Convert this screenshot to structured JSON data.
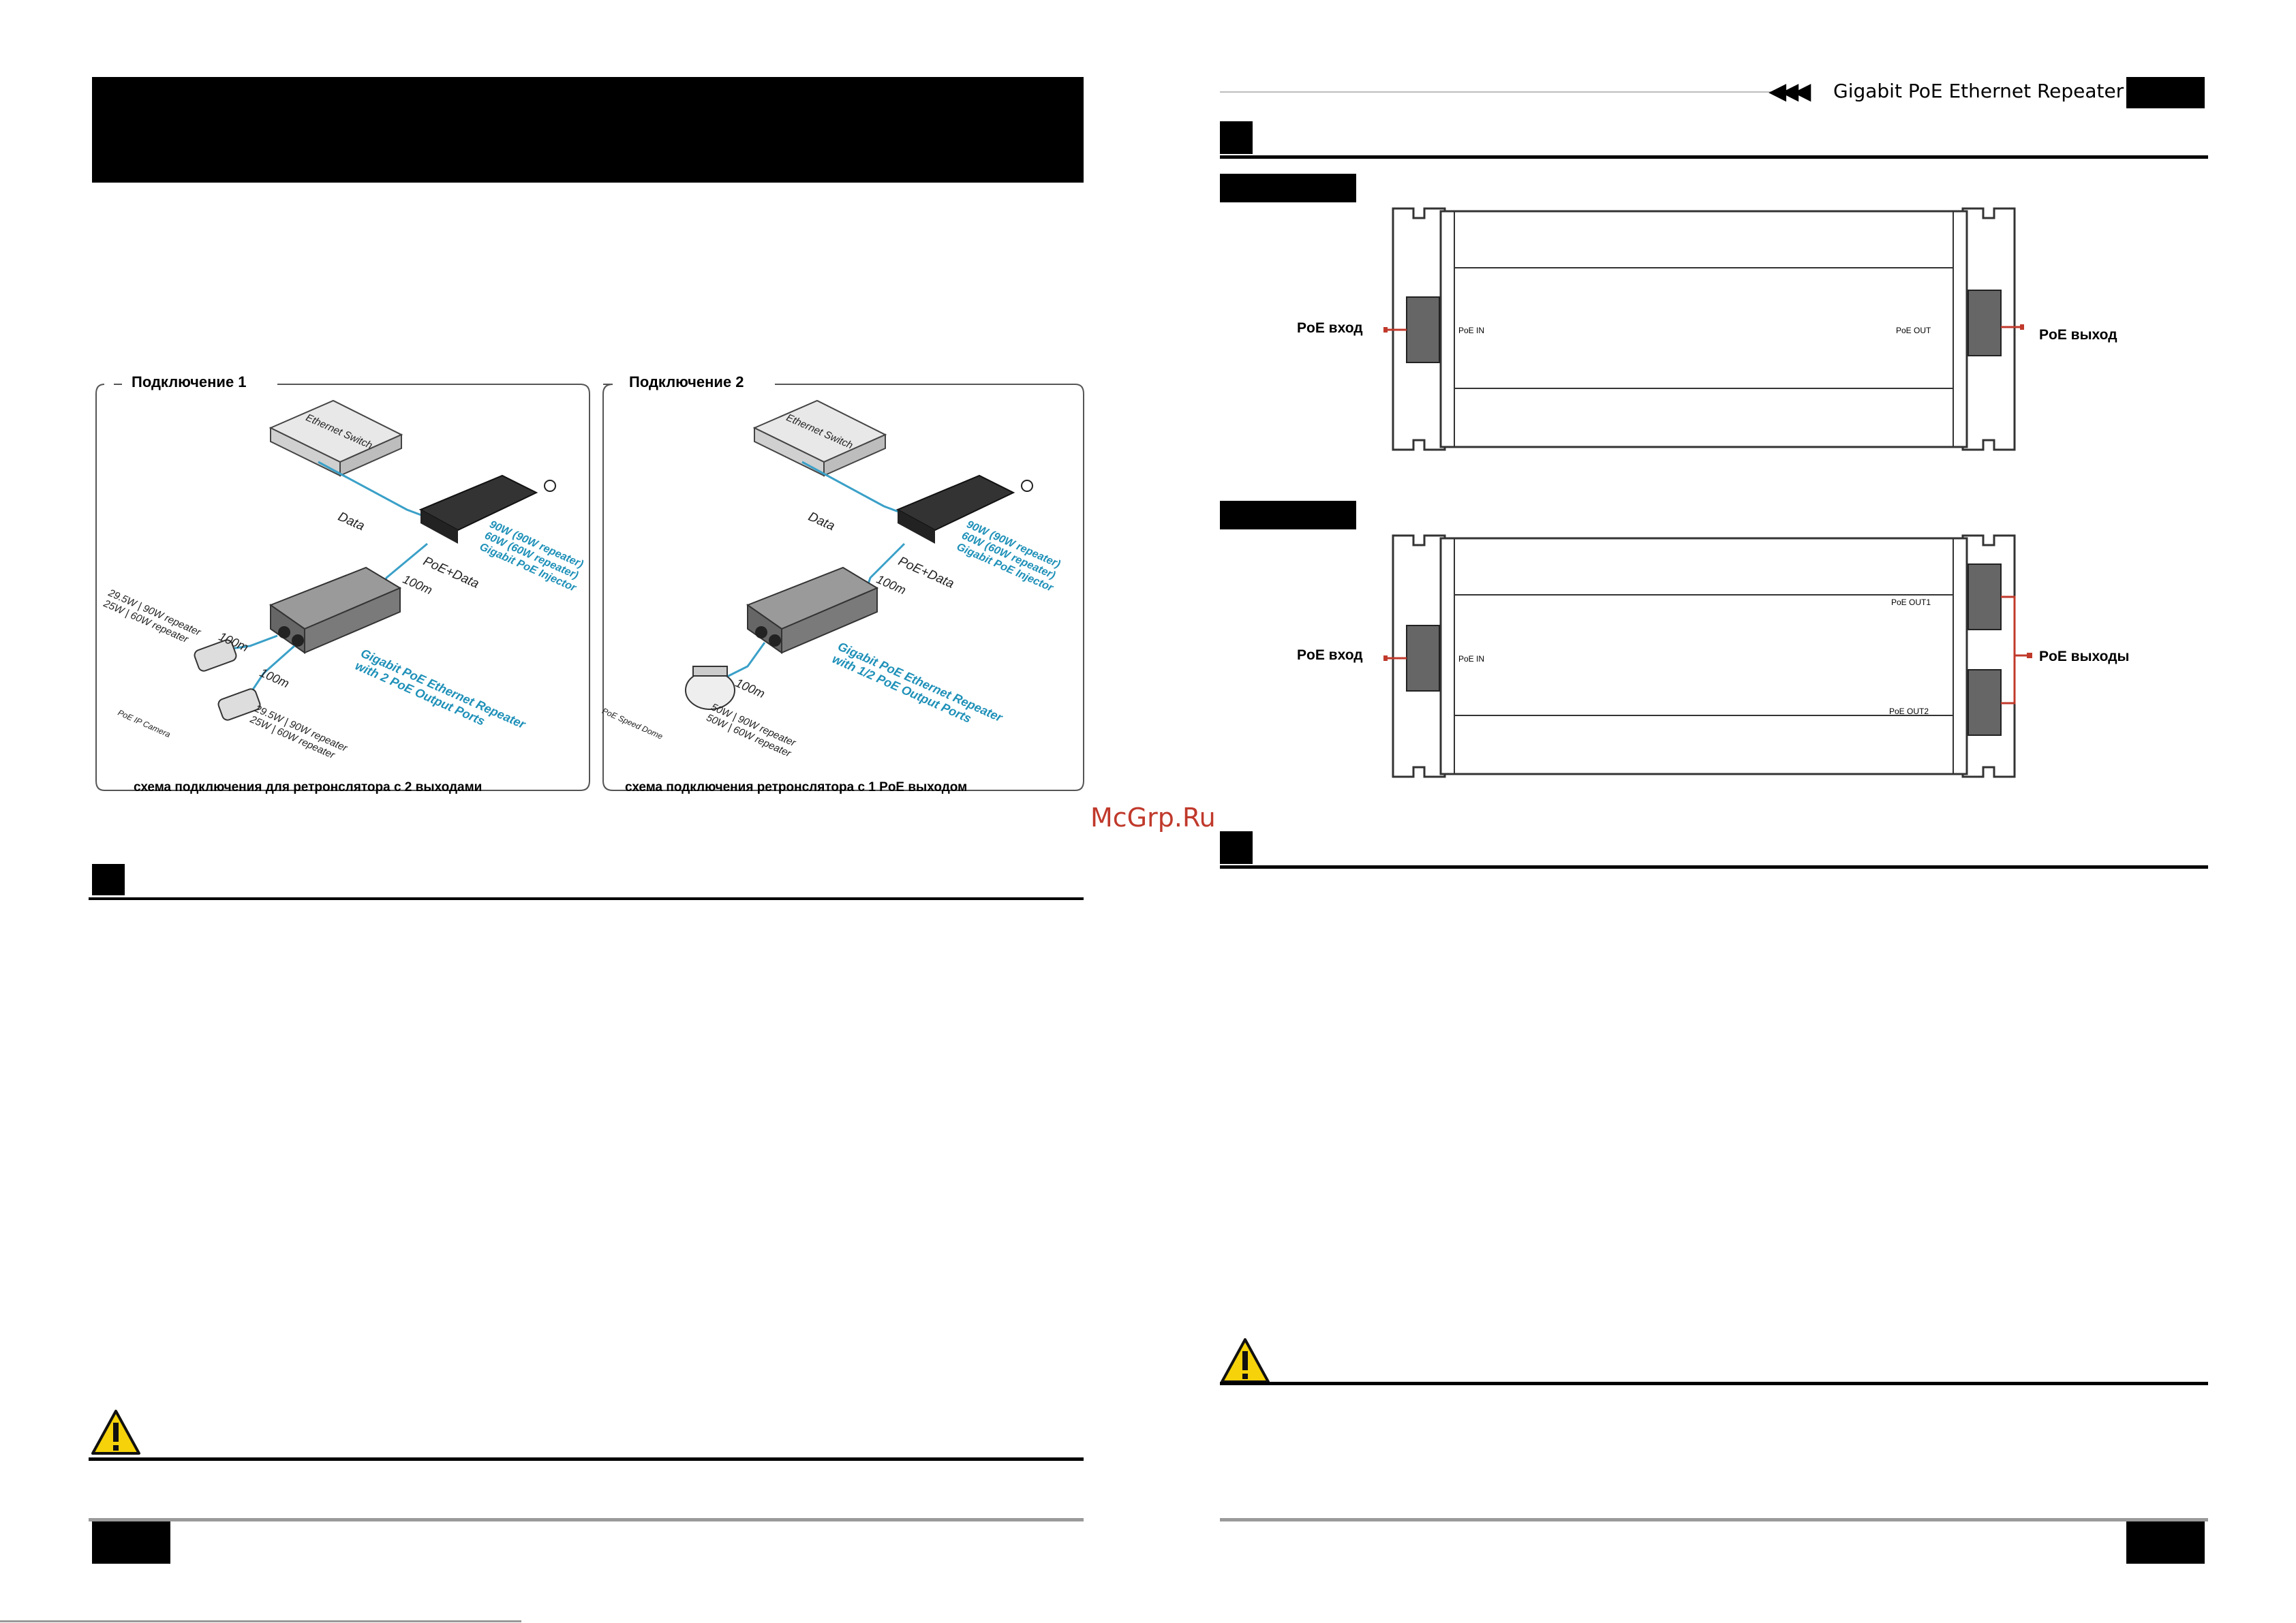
{
  "header": {
    "title": "Gigabit PoE Ethernet Repeater",
    "arrows": "◀◀◀"
  },
  "diagram": {
    "panel1": {
      "title": "Подключение 1",
      "caption": "схема подключения для ретронслятора с 2 выходами",
      "switch_label": "Ethernet Switch",
      "data_label": "Data",
      "poe_data_label": "PoE+Data",
      "dist_100m": "100m",
      "injector_label": [
        "90W (90W repeater)",
        "60W (60W repeater)",
        "Gigabit PoE Injector"
      ],
      "repeater_label": [
        "Gigabit PoE Ethernet Repeater",
        "with 2 PoE Output Ports"
      ],
      "out_a_power": [
        "29.5W | 90W repeater",
        "25W | 60W repeater"
      ],
      "out_b_power": [
        "29.5W | 90W repeater",
        "25W | 60W repeater"
      ],
      "camera_label": "PoE IP Camera"
    },
    "panel2": {
      "title": "Подключение 2",
      "caption": "схема подключения ретронслятора с 1 PoE выходом",
      "switch_label": "Ethernet Switch",
      "data_label": "Data",
      "poe_data_label": "PoE+Data",
      "dist_100m": "100m",
      "injector_label": [
        "90W (90W repeater)",
        "60W (60W repeater)",
        "Gigabit PoE Injector"
      ],
      "repeater_label": [
        "Gigabit PoE Ethernet Repeater",
        "with 1/2 PoE Output Ports"
      ],
      "out_power": [
        "50W | 90W repeater",
        "50W | 60W repeater"
      ],
      "dome_label": "PoE Speed Dome"
    }
  },
  "figure1": {
    "left_annotation": "PoE вход",
    "right_annotation": "PoE выход",
    "port_in": "PoE IN",
    "port_out": "PoE OUT"
  },
  "figure2": {
    "left_annotation": "PoE вход",
    "right_annotation": "PoE выходы",
    "port_in": "PoE IN",
    "port_out1": "PoE OUT1",
    "port_out2": "PoE OUT2"
  },
  "watermark": "McGrp.Ru"
}
